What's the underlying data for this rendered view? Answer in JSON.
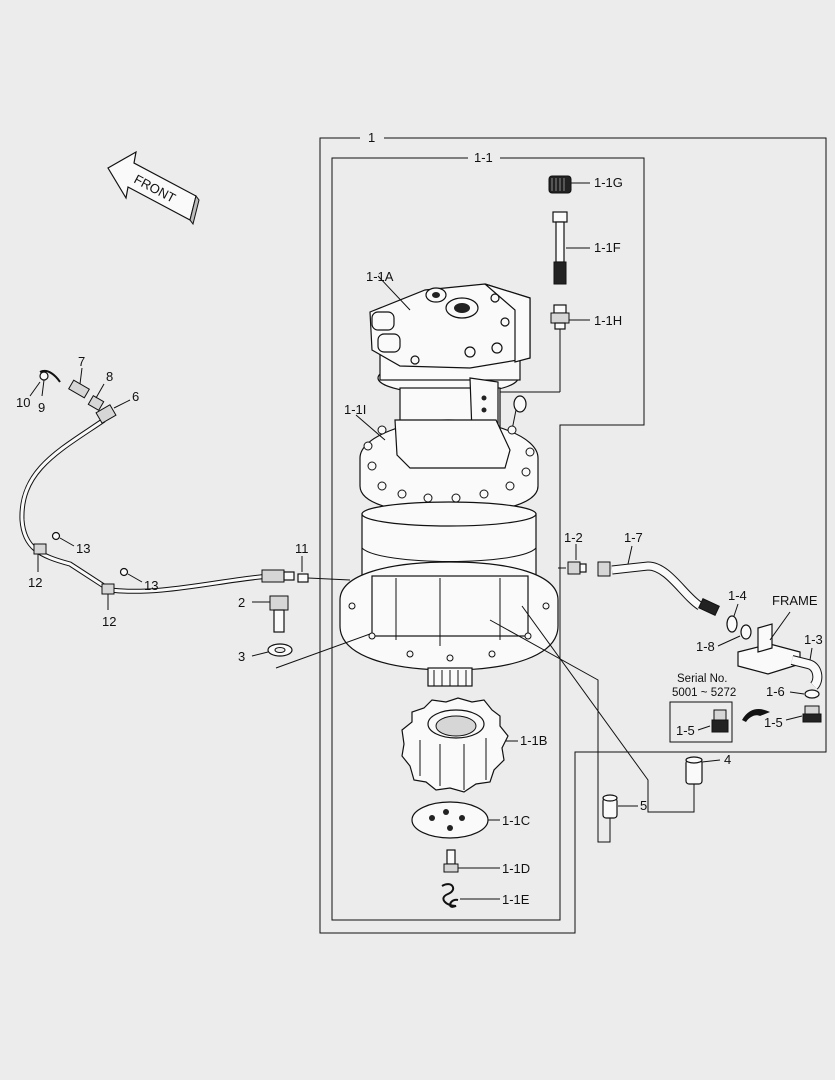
{
  "diagram": {
    "front_label": "FRONT",
    "frame_label": "FRAME",
    "serial_label": "Serial No.",
    "serial_range": "5001 ~ 5272",
    "part_labels": {
      "p1": "1",
      "p1_1": "1-1",
      "p1_1g": "1-1G",
      "p1_1f": "1-1F",
      "p1_1a": "1-1A",
      "p1_1h": "1-1H",
      "p1_1i": "1-1I",
      "p1_2": "1-2",
      "p1_7": "1-7",
      "p1_4": "1-4",
      "p1_8": "1-8",
      "p1_3": "1-3",
      "p1_6": "1-6",
      "p1_5a": "1-5",
      "p1_5b": "1-5",
      "p1_1b": "1-1B",
      "p1_1c": "1-1C",
      "p1_1d": "1-1D",
      "p1_1e": "1-1E",
      "p2": "2",
      "p3": "3",
      "p4": "4",
      "p5": "5",
      "p6": "6",
      "p7": "7",
      "p8": "8",
      "p9": "9",
      "p10": "10",
      "p11": "11",
      "p12a": "12",
      "p12b": "12",
      "p13a": "13",
      "p13b": "13"
    }
  },
  "colors": {
    "line": "#111111",
    "background": "#ececec",
    "part_fill": "#fafafa",
    "shade": "#d6d6d6"
  }
}
